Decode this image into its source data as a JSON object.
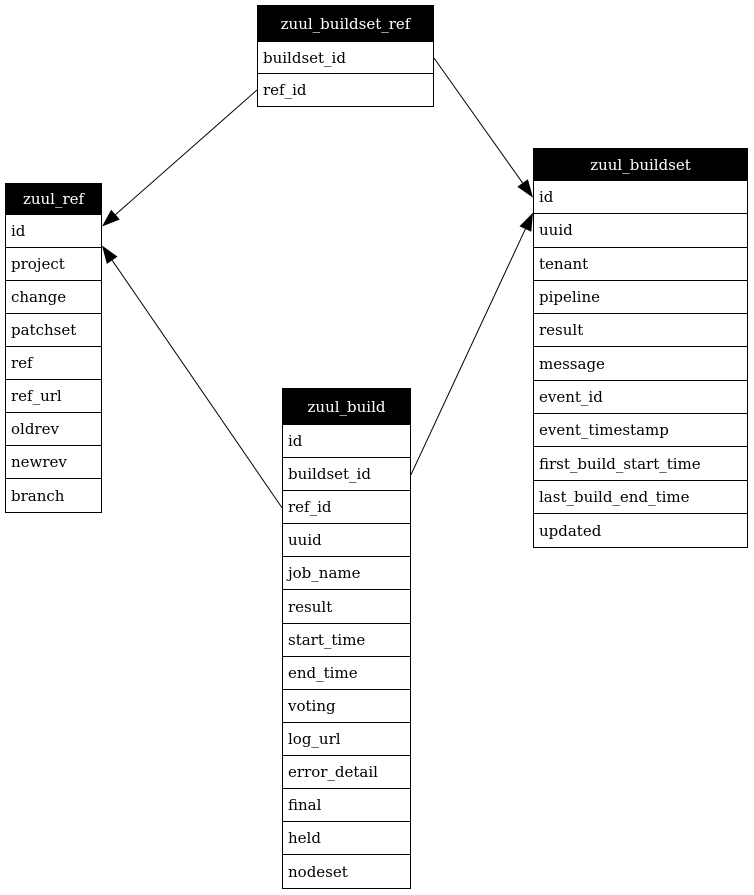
{
  "diagram": {
    "kind": "database-schema",
    "colors": {
      "header_bg": "#000000",
      "header_text": "#ffffff",
      "row_bg": "#ffffff",
      "border": "#000000",
      "edge": "#000000"
    },
    "tables": [
      {
        "name": "zuul_buildset_ref",
        "columns": [
          "buildset_id",
          "ref_id"
        ]
      },
      {
        "name": "zuul_ref",
        "columns": [
          "id",
          "project",
          "change",
          "patchset",
          "ref",
          "ref_url",
          "oldrev",
          "newrev",
          "branch"
        ]
      },
      {
        "name": "zuul_buildset",
        "columns": [
          "id",
          "uuid",
          "tenant",
          "pipeline",
          "result",
          "message",
          "event_id",
          "event_timestamp",
          "first_build_start_time",
          "last_build_end_time",
          "updated"
        ]
      },
      {
        "name": "zuul_build",
        "columns": [
          "id",
          "buildset_id",
          "ref_id",
          "uuid",
          "job_name",
          "result",
          "start_time",
          "end_time",
          "voting",
          "log_url",
          "error_detail",
          "final",
          "held",
          "nodeset"
        ]
      }
    ],
    "edges": [
      {
        "from_table": "zuul_buildset_ref",
        "from_column": "ref_id",
        "to_table": "zuul_ref",
        "to_column": "id"
      },
      {
        "from_table": "zuul_buildset_ref",
        "from_column": "buildset_id",
        "to_table": "zuul_buildset",
        "to_column": "id"
      },
      {
        "from_table": "zuul_build",
        "from_column": "ref_id",
        "to_table": "zuul_ref",
        "to_column": "id"
      },
      {
        "from_table": "zuul_build",
        "from_column": "buildset_id",
        "to_table": "zuul_buildset",
        "to_column": "id"
      }
    ]
  }
}
